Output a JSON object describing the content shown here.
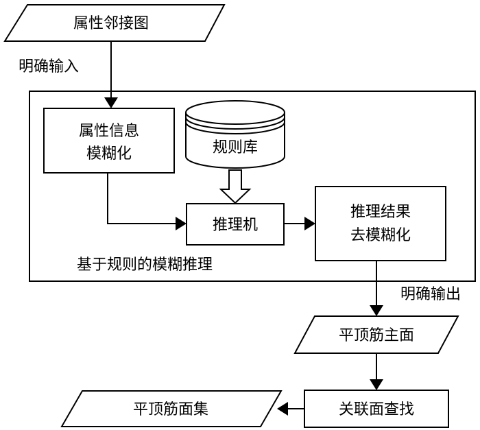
{
  "nodes": {
    "attribute_graph": "属性邻接图",
    "fuzzify_line1": "属性信息",
    "fuzzify_line2": "模糊化",
    "rule_base": "规则库",
    "inference_engine": "推理机",
    "defuzzify_line1": "推理结果",
    "defuzzify_line2": "去模糊化",
    "flat_top_main_face": "平顶筋主面",
    "associated_face_search": "关联面查找",
    "flat_top_face_set": "平顶筋面集"
  },
  "labels": {
    "crisp_input": "明确输入",
    "crisp_output": "明确输出",
    "fuzzy_reasoning_group": "基于规则的模糊推理"
  },
  "colors": {
    "stroke": "#000000",
    "fill": "#ffffff",
    "background": "#ffffff"
  }
}
